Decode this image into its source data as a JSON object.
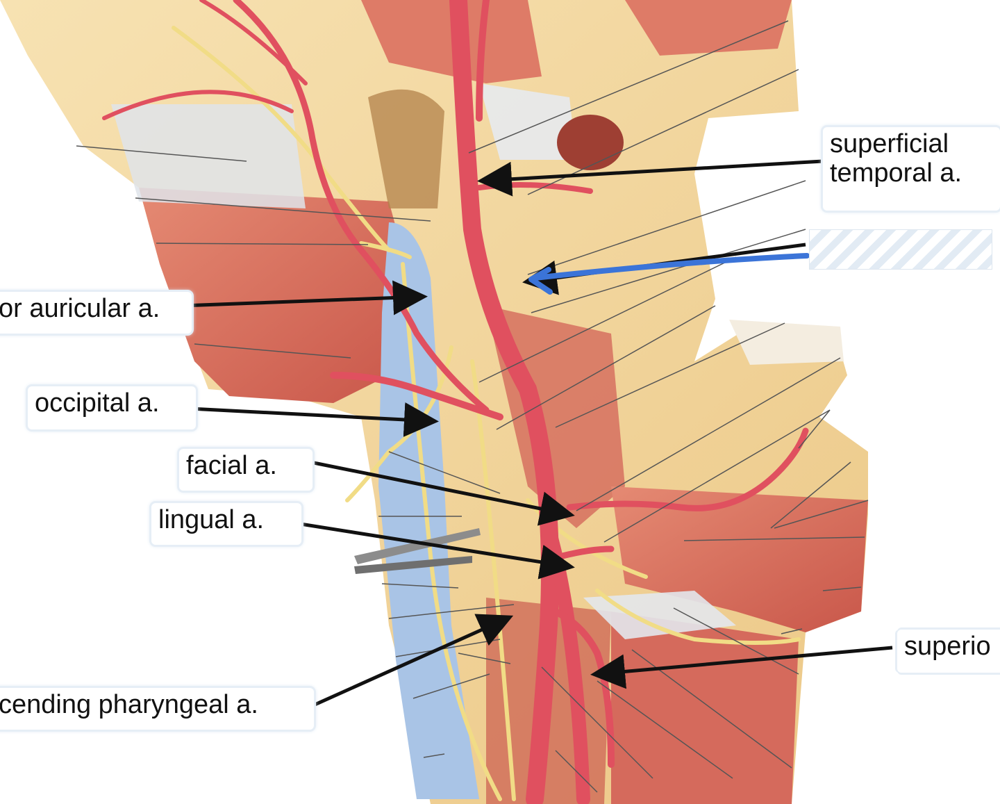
{
  "labels": {
    "superficial_temporal": [
      "superficial",
      "temporal a."
    ],
    "posterior_auricular": "or auricular a.",
    "occipital": "occipital a.",
    "facial": "facial a.",
    "lingual": "lingual a.",
    "ascending_pharyngeal": "cending pharyngeal a.",
    "superior": "superio"
  },
  "colors": {
    "skin": "#f2d6a6",
    "muscle": "#d9705f",
    "artery": "#e0505f",
    "vein": "#a9c4e6",
    "nerve": "#f1dc86",
    "annotation_arrow": "#111111",
    "answer_arrow": "#3b74d8"
  }
}
